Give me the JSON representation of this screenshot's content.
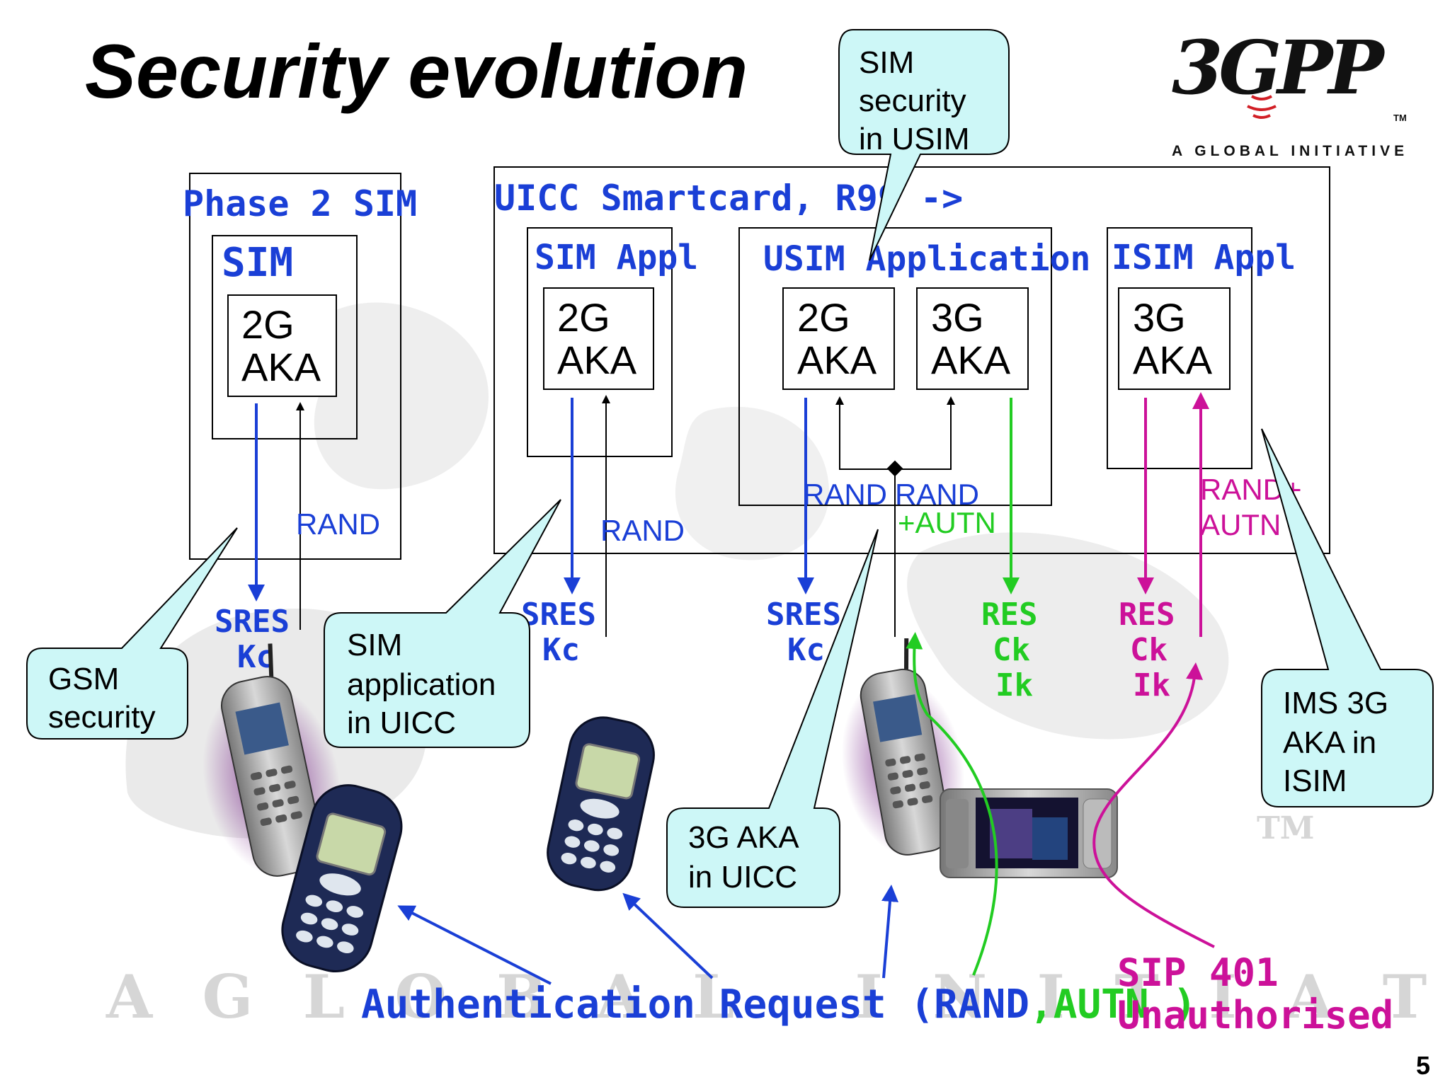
{
  "slide": {
    "title": "Security evolution",
    "page_number": "5"
  },
  "logo": {
    "mark": "3GPP",
    "tagline": "A GLOBAL INITIATIVE",
    "tm": "TM"
  },
  "watermark": {
    "letters": "A  G  L  O  B  A  L     I  N  I  T  I  A  T  I  V  E",
    "tm": "TM"
  },
  "boxes": {
    "phase2": {
      "label": "Phase 2 SIM",
      "sim": {
        "label": "SIM",
        "aka_line1": "2G",
        "aka_line2": "AKA"
      }
    },
    "uicc": {
      "label": "UICC Smartcard, R99 ->",
      "sim_appl": {
        "label": "SIM Appl",
        "aka_line1": "2G",
        "aka_line2": "AKA"
      },
      "usim_appl": {
        "label": "USIM Application",
        "aka2g_line1": "2G",
        "aka2g_line2": "AKA",
        "aka3g_line1": "3G",
        "aka3g_line2": "AKA"
      },
      "isim_appl": {
        "label": "ISIM Appl",
        "aka_line1": "3G",
        "aka_line2": "AKA"
      }
    }
  },
  "signals": {
    "rand_phase2": "RAND",
    "rand_sim_appl": "RAND",
    "rand_usim_a": "RAND",
    "rand_usim_b": "RAND",
    "autn_usim": "+AUTN",
    "rand_isim_1": "RAND+",
    "rand_isim_2": "AUTN",
    "sres_phase2_1": "SRES",
    "sres_phase2_2": "Kc",
    "sres_sim_appl_1": "SRES",
    "sres_sim_appl_2": "Kc",
    "sres_usim_1": "SRES",
    "sres_usim_2": "Kc",
    "res_usim_1": "RES",
    "res_usim_2": "Ck",
    "res_usim_3": "Ik",
    "res_isim_1": "RES",
    "res_isim_2": "Ck",
    "res_isim_3": "Ik"
  },
  "callouts": {
    "sim_in_usim": [
      "SIM",
      "security",
      "in USIM"
    ],
    "gsm": [
      "GSM",
      "security"
    ],
    "sim_app": [
      "SIM",
      "application",
      "in UICC"
    ],
    "aka3g": [
      "3G AKA",
      "in UICC"
    ],
    "ims": [
      "IMS 3G",
      "AKA in",
      "ISIM"
    ]
  },
  "bottom": {
    "auth_request": "Authentication Request (RAND",
    "auth_autn": ",AUTN )",
    "sip_line1": "SIP 401",
    "sip_line2": "Unauthorised"
  },
  "colors": {
    "blue": "#1a3fd6",
    "green": "#22cc22",
    "magenta": "#cc1199",
    "callout_fill": "#cdf7f7",
    "black": "#000000"
  },
  "icons": [
    "phone-icon",
    "phone-icon",
    "phone-icon",
    "phone-icon",
    "smartphone-icon"
  ]
}
